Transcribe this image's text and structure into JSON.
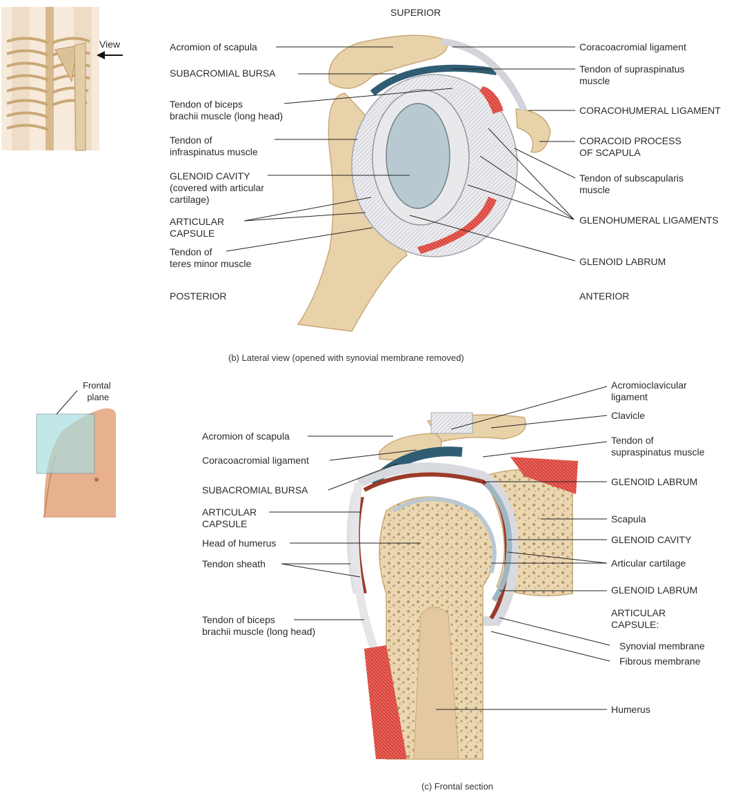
{
  "lateral": {
    "superior": "SUPERIOR",
    "posterior": "POSTERIOR",
    "anterior": "ANTERIOR",
    "view": "View",
    "caption": "(b) Lateral view (opened with synovial membrane removed)",
    "left_labels": {
      "acromion": "Acromion of scapula",
      "bursa": "SUBACROMIAL BURSA",
      "biceps_1": "Tendon of biceps",
      "biceps_2": "brachii muscle (long head)",
      "infra_1": "Tendon of",
      "infra_2": "infraspinatus muscle",
      "glenoid_1": "GLENOID CAVITY",
      "glenoid_2": "(covered with articular",
      "glenoid_3": "cartilage)",
      "capsule_1": "ARTICULAR",
      "capsule_2": "CAPSULE",
      "teres_1": "Tendon of",
      "teres_2": "teres minor muscle"
    },
    "right_labels": {
      "coracoacromial": "Coracoacromial ligament",
      "supra_1": "Tendon of supraspinatus",
      "supra_2": "muscle",
      "coracohumeral": "CORACOHUMERAL LIGAMENT",
      "coracoid_1": "CORACOID PROCESS",
      "coracoid_2": "OF SCAPULA",
      "subscap_1": "Tendon of subscapularis",
      "subscap_2": "muscle",
      "glenohumeral": "GLENOHUMERAL LIGAMENTS",
      "labrum": "GLENOID LABRUM"
    }
  },
  "frontal": {
    "plane_1": "Frontal",
    "plane_2": "plane",
    "caption": "(c) Frontal section",
    "left_labels": {
      "acromion": "Acromion of scapula",
      "coracoacromial": "Coracoacromial ligament",
      "bursa": "SUBACROMIAL BURSA",
      "capsule_1": "ARTICULAR",
      "capsule_2": "CAPSULE",
      "head": "Head of humerus",
      "sheath": "Tendon sheath",
      "biceps_1": "Tendon of biceps",
      "biceps_2": "brachii muscle (long head)"
    },
    "right_labels": {
      "acromioclav_1": "Acromioclavicular",
      "acromioclav_2": "ligament",
      "clavicle": "Clavicle",
      "supra_1": "Tendon of",
      "supra_2": "supraspinatus muscle",
      "labrum_top": "GLENOID LABRUM",
      "scapula": "Scapula",
      "glenoid": "GLENOID CAVITY",
      "cartilage": "Articular cartilage",
      "labrum_bottom": "GLENOID LABRUM",
      "capsule_1": "ARTICULAR",
      "capsule_2": "CAPSULE:",
      "synovial": "Synovial membrane",
      "fibrous": "Fibrous membrane",
      "humerus": "Humerus"
    }
  },
  "colors": {
    "bone": "#e8d2aa",
    "bone_dark": "#c9a877",
    "cartilage": "#b9c9d1",
    "bursa": "#2f5d73",
    "muscle": "#d9443c",
    "ligament": "#e6e6ea",
    "capsule_red": "#9c3b2a",
    "skin": "#e7b08f",
    "plane": "#a9dde0"
  }
}
